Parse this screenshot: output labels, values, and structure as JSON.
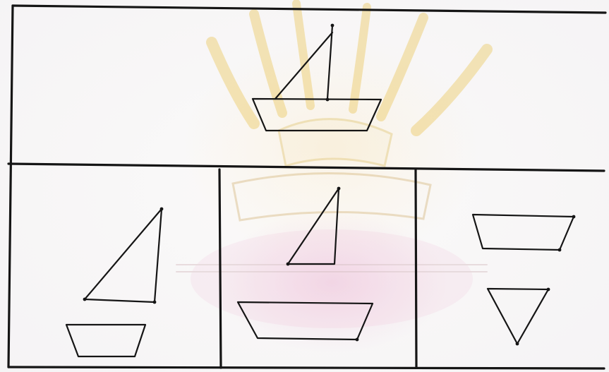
{
  "figure": {
    "panels": [
      {
        "id": "top",
        "content": [
          "sailboat"
        ]
      },
      {
        "id": "bottom-left",
        "content": [
          "triangle",
          "trapezoid"
        ]
      },
      {
        "id": "bottom-middle",
        "content": [
          "triangle",
          "trapezoid"
        ]
      },
      {
        "id": "bottom-right",
        "content": [
          "inverted-trapezoid",
          "inverted-triangle"
        ]
      }
    ]
  },
  "watermark": {
    "type": "seal",
    "colors": [
      "#e7b82b",
      "#e9a9c8"
    ]
  },
  "colors": {
    "paper": "#f7f6f8",
    "ink": "#151515"
  }
}
